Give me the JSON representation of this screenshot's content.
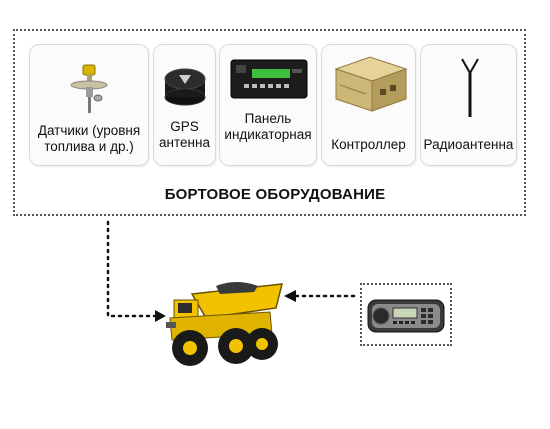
{
  "devices": [
    {
      "label_lines": [
        "Датчики (уровня",
        "топлива и др.)"
      ],
      "icon": "fuel-sensor-icon"
    },
    {
      "label_lines": [
        "GPS",
        "антенна"
      ],
      "icon": "gps-antenna-icon"
    },
    {
      "label_lines": [
        "Панель",
        "индикаторная"
      ],
      "icon": "indicator-panel-icon"
    },
    {
      "label_lines": [
        "Контроллер"
      ],
      "icon": "controller-icon"
    },
    {
      "label_lines": [
        "Радиоантенна"
      ],
      "icon": "radio-antenna-icon"
    }
  ],
  "group_title": "БОРТОВОЕ ОБОРУДОВАНИЕ",
  "vehicle_icon": "dump-truck-icon",
  "radio_icon": "radio-station-icon",
  "colors": {
    "truck_body": "#f2c200",
    "border": "#555555",
    "card_bg": "#fbfbfb",
    "panel_screen": "#3fbf3f"
  }
}
